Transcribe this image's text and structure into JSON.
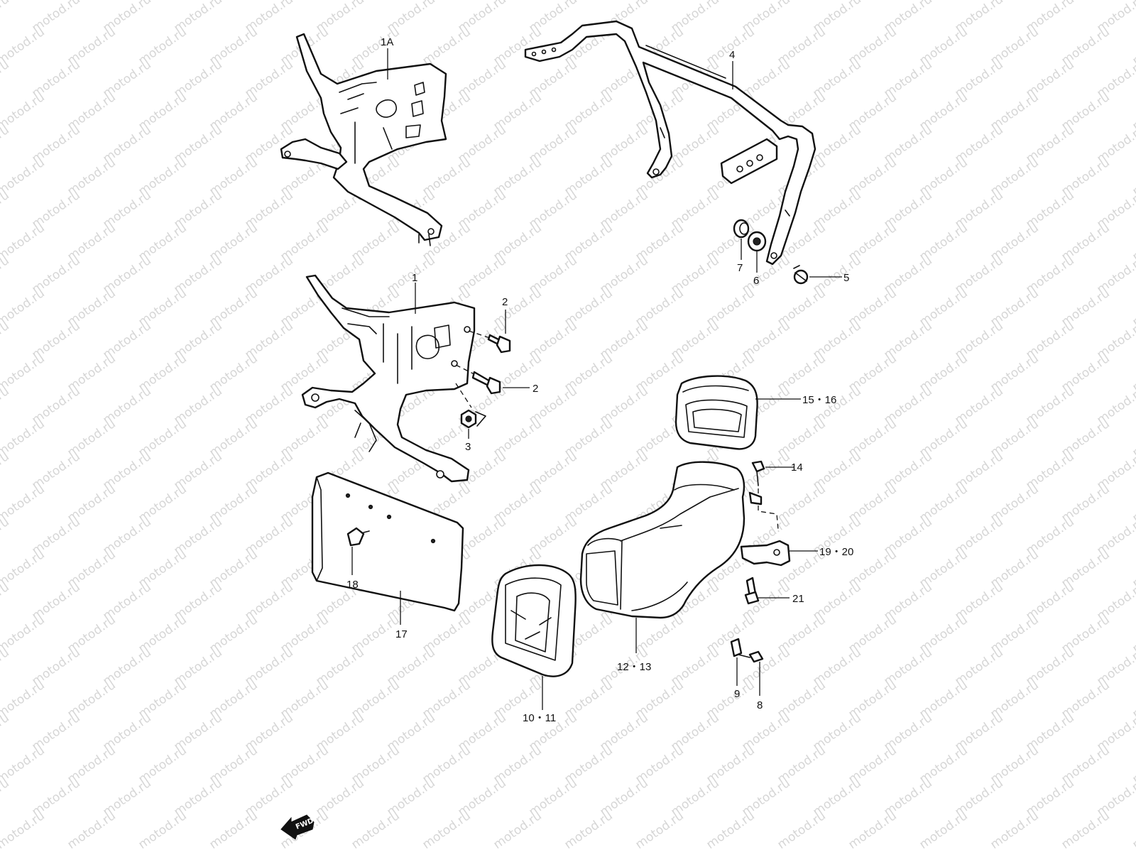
{
  "watermark_text": "motod.ru",
  "fwd_label": "FWD",
  "callouts": {
    "c1a": "1A",
    "c1": "1",
    "c2a": "2",
    "c2b": "2",
    "c3": "3",
    "c4": "4",
    "c5": "5",
    "c6": "6",
    "c7": "7",
    "c8": "8",
    "c9": "9",
    "c10_11": "10・11",
    "c12_13": "12・13",
    "c14": "14",
    "c15_16": "15・16",
    "c17": "17",
    "c18": "18",
    "c19_20": "19・20",
    "c21": "21"
  },
  "colors": {
    "line": "#111111",
    "watermark": "#d6d6d6",
    "background": "#ffffff"
  }
}
